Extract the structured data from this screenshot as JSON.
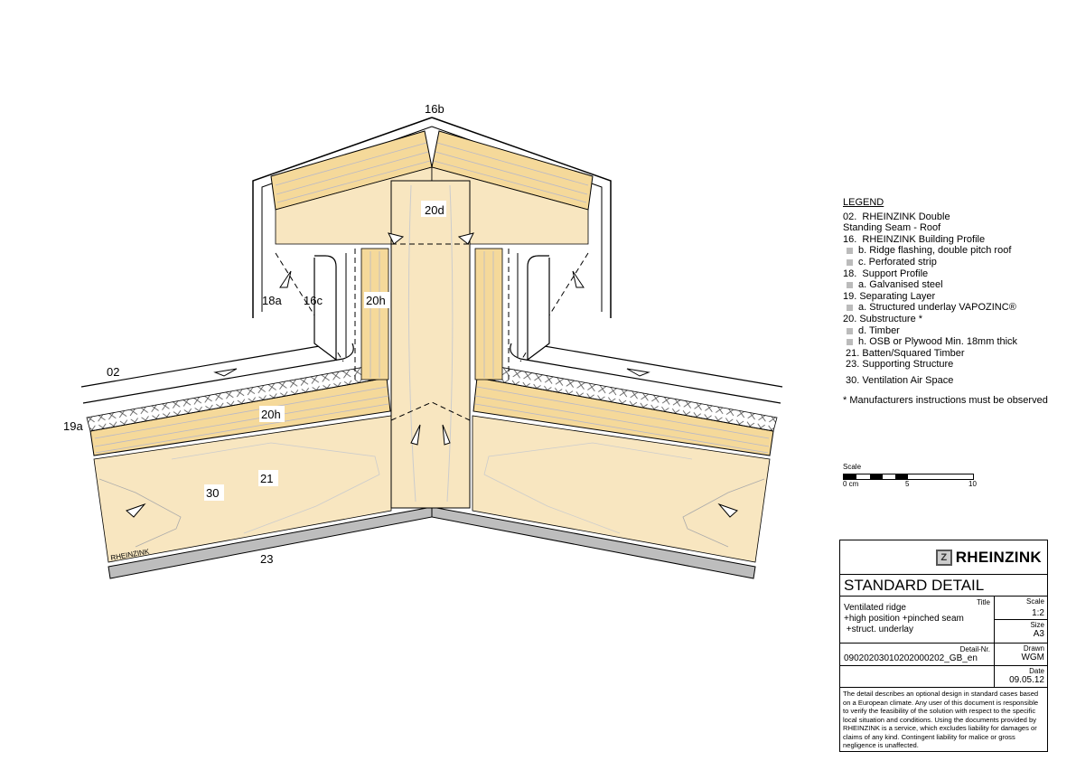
{
  "drawing_labels": {
    "l16b": "16b",
    "l20d": "20d",
    "l18a": "18a",
    "l16c": "16c",
    "l20h_top": "20h",
    "l02": "02",
    "l19a": "19a",
    "l20h_bottom": "20h",
    "l21": "21",
    "l30": "30",
    "l23": "23",
    "brand_stamp": "RHEINZINK"
  },
  "legend": {
    "heading": "LEGEND",
    "items": [
      {
        "text": "02.  RHEINZINK Double",
        "sub": false
      },
      {
        "text": "Standing Seam - Roof",
        "sub": false
      },
      {
        "text": "16.  RHEINZINK Building Profile",
        "sub": false
      },
      {
        "text": "b. Ridge flashing, double pitch roof",
        "sub": true
      },
      {
        "text": "c. Perforated strip",
        "sub": true
      },
      {
        "text": "18.  Support Profile",
        "sub": false
      },
      {
        "text": "a. Galvanised steel",
        "sub": true
      },
      {
        "text": "19. Separating Layer",
        "sub": false
      },
      {
        "text": "a. Structured underlay VAPOZINC®",
        "sub": true
      },
      {
        "text": "20. Substructure *",
        "sub": false
      },
      {
        "text": "d. Timber",
        "sub": true
      },
      {
        "text": "h. OSB or Plywood Min. 18mm thick",
        "sub": true
      },
      {
        "text": " 21. Batten/Squared Timber",
        "sub": false
      },
      {
        "text": " 23. Supporting Structure",
        "sub": false
      },
      {
        "text": " 30. Ventilation Air Space",
        "sub": false
      }
    ],
    "note": "* Manufacturers instructions must be observed"
  },
  "scale_bar": {
    "label": "Scale",
    "ticks": [
      "0 cm",
      "5",
      "10"
    ]
  },
  "title_block": {
    "brand": "RHEINZINK",
    "logo_mark": "Z",
    "heading": "STANDARD DETAIL",
    "title_caption": "Title",
    "title_lines": [
      "Ventilated ridge",
      "+high position +pinched seam",
      " +struct. underlay"
    ],
    "scale_caption": "Scale",
    "scale_value": "1:2",
    "size_caption": "Size",
    "size_value": "A3",
    "detail_caption": "Detail-Nr.",
    "detail_value": "0902020301020200020​2_GB_en",
    "drawn_caption": "Drawn",
    "drawn_value": "WGM",
    "date_caption": "Date",
    "date_value": "09.05.12",
    "disclaimer": "The detail describes an optional design in standard cases based on a European climate. Any user of this document is responsible to verify the feasibility of the solution with respect to the specific local situation and conditions. Using the documents provided by RHEINZINK is a service, which excludes liability for damages or claims of any kind. Contingent liability for malice or gross negligence is unaffected."
  },
  "colors": {
    "timber": "#f8e6c0",
    "osb": "#f5d99a",
    "structure": "#bdbdbd"
  }
}
